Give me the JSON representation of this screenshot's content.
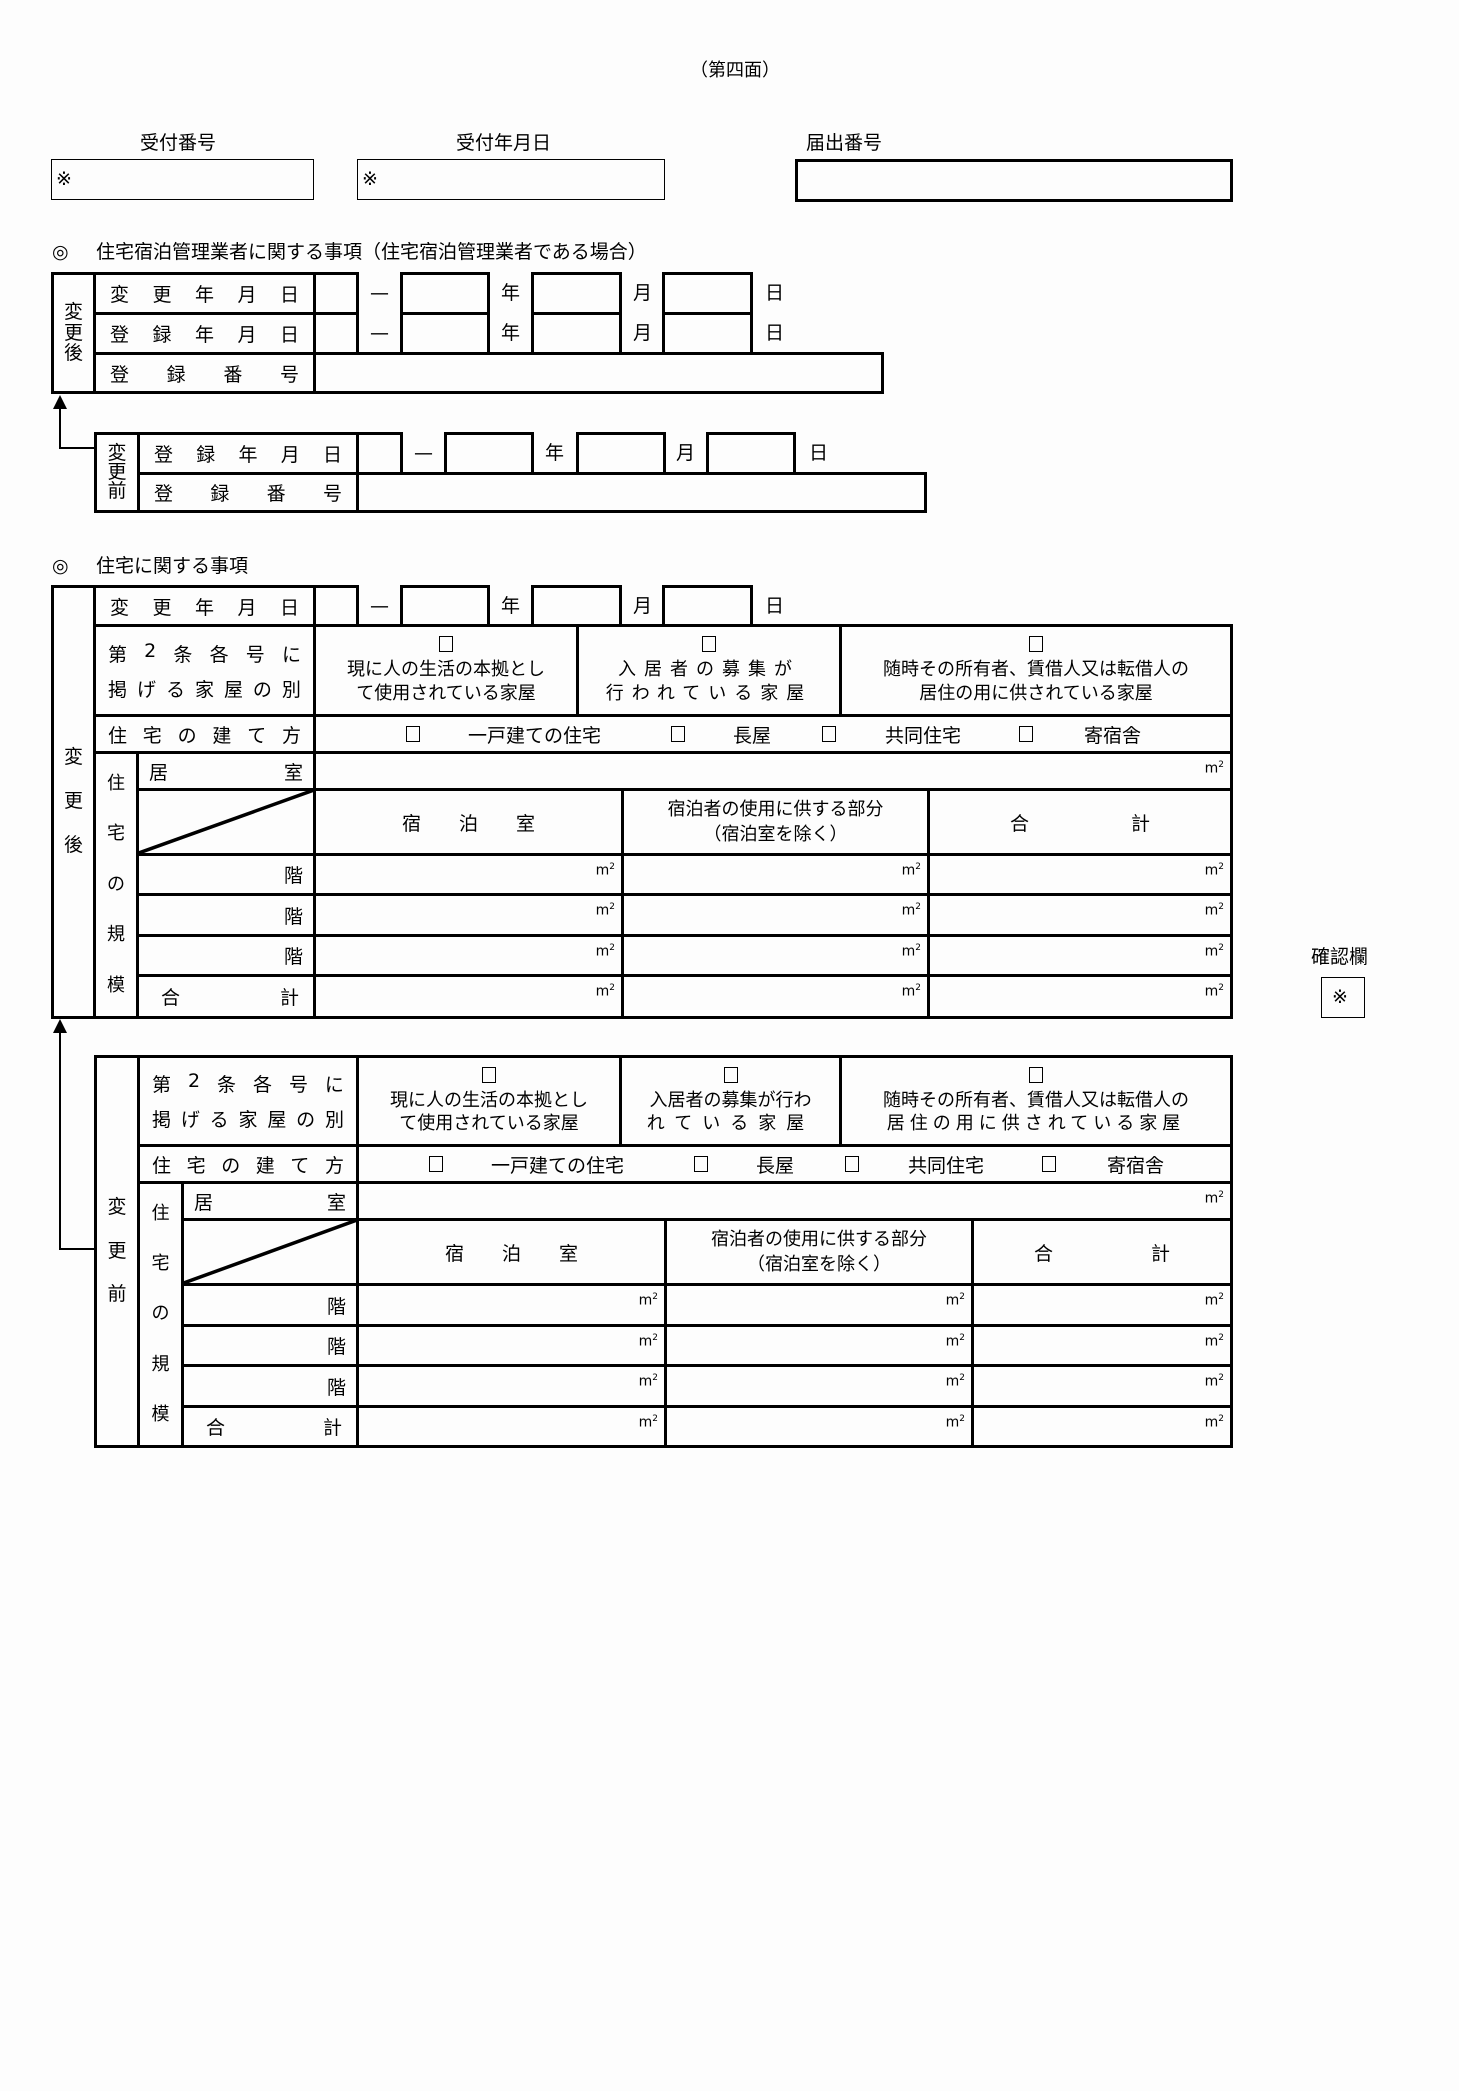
{
  "page": {
    "title": "（第四面）"
  },
  "header_fields": {
    "receipt_number": {
      "label": "受付番号",
      "mark": "※"
    },
    "receipt_date": {
      "label": "受付年月日",
      "mark": "※"
    },
    "notification_number": {
      "label": "届出番号",
      "mark": ""
    }
  },
  "manager_section": {
    "bullet": "◎",
    "title": "住宅宿泊管理業者に関する事項（住宅宿泊管理業者である場合）",
    "after": {
      "side_label": [
        "変",
        "更",
        "後"
      ],
      "rows": [
        {
          "label": [
            "変",
            "更",
            "年",
            "月",
            "日"
          ]
        },
        {
          "label": [
            "登",
            "録",
            "年",
            "月",
            "日"
          ]
        },
        {
          "label": [
            "登",
            "録",
            "番",
            "号"
          ]
        }
      ]
    },
    "before": {
      "side_label": [
        "変",
        "更",
        "前"
      ],
      "rows": [
        {
          "label": [
            "登",
            "録",
            "年",
            "月",
            "日"
          ]
        },
        {
          "label": [
            "登",
            "録",
            "番",
            "号"
          ]
        }
      ]
    }
  },
  "date_parts": {
    "dash": "—",
    "year": "年",
    "month": "月",
    "day": "日"
  },
  "house_section": {
    "bullet": "◎",
    "title": "住宅に関する事項",
    "change_date_label": [
      "変",
      "更",
      "年",
      "月",
      "日"
    ],
    "after_side_label": [
      "変",
      "更",
      "後"
    ],
    "before_side_label": [
      "変",
      "更",
      "前"
    ],
    "scale_side_label": [
      "住",
      "宅",
      "の",
      "規",
      "模"
    ],
    "house_type_label": [
      "第",
      "2",
      "条",
      "各",
      "号",
      "に"
    ],
    "house_type_label2": [
      "掲",
      "げ",
      "る",
      "家",
      "屋",
      "の",
      "別"
    ],
    "house_types_after": [
      {
        "line1": "現に人の生活の本拠とし",
        "line2": "て使用されている家屋"
      },
      {
        "line1": "入居者の募集が",
        "line2": "行われている家屋"
      },
      {
        "line1": "随時その所有者、賃借人又は転借人の",
        "line2": "居住の用に供されている家屋"
      }
    ],
    "house_types_before": [
      {
        "line1": "現に人の生活の本拠とし",
        "line2": "て使用されている家屋"
      },
      {
        "line1": "入居者の募集が行わ",
        "line2": "れている家屋"
      },
      {
        "line1": "随時その所有者、賃借人又は転借人の",
        "line2": "居住の用に供されている家屋"
      }
    ],
    "building_style_label": [
      "住",
      "宅",
      "の",
      "建",
      "て",
      "方"
    ],
    "building_styles": [
      "一戸建ての住宅",
      "長屋",
      "共同住宅",
      "寄宿舎"
    ],
    "living_room_label": [
      "居",
      "室"
    ],
    "columns": {
      "lodging_room": "宿　　泊　　室",
      "guest_use_line1": "宿泊者の使用に供する部分",
      "guest_use_line2": "（宿泊室を除く）",
      "total": [
        "合",
        "計"
      ]
    },
    "floor_label": "階",
    "total_row_label": [
      "合",
      "計"
    ],
    "unit": "m",
    "unit_sup": "2"
  },
  "confirmation": {
    "label": "確認欄",
    "mark": "※"
  }
}
